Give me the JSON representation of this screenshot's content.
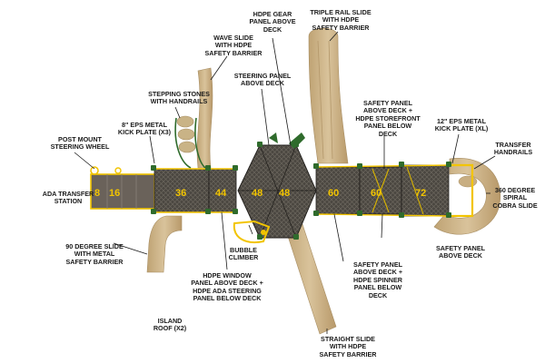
{
  "labels": {
    "hdpe_gear": "HDPE GEAR\nPANEL ABOVE\nDECK",
    "triple_rail": "TRIPLE RAIL SLIDE\nWITH HDPE\nSAFETY BARRIER",
    "wave_slide": "WAVE SLIDE\nWITH HDPE\nSAFETY BARRIER",
    "steering_panel": "STEERING PANEL\nABOVE DECK",
    "stepping_stones": "STEPPING STONES\nWITH HANDRAILS",
    "kick_plate_x3": "8\" EPS METAL\nKICK PLATE (X3)",
    "post_mount": "POST MOUNT\nSTEERING WHEEL",
    "safety_storefront": "SAFETY PANEL\nABOVE DECK +\nHDPE STOREFRONT\nPANEL BELOW DECK",
    "kick_plate_xl": "12\" EPS METAL\nKICK PLATE (XL)",
    "transfer_handrails": "TRANSFER\nHANDRAILS",
    "ada_transfer": "ADA TRANSFER\nSTATION",
    "spiral_cobra": "360 DEGREE\nSPIRAL\nCOBRA SLIDE",
    "bubble_climber": "BUBBLE\nCLIMBER",
    "safety_above": "SAFETY PANEL\nABOVE DECK",
    "degree90": "90 DEGREE SLIDE\nWITH METAL\nSAFETY BARRIER",
    "hdpe_window": "HDPE WINDOW\nPANEL ABOVE DECK +\nHDPE ADA STEERING\nPANEL BELOW DECK",
    "safety_spinner": "SAFETY PANEL\nABOVE DECK +\nHDPE SPINNER\nPANEL BELOW DECK",
    "island_roof": "ISLAND\nROOF (X2)",
    "straight_slide": "STRAIGHT SLIDE\nWITH HDPE\nSAFETY BARRIER"
  },
  "deck_heights": [
    "8",
    "16",
    "36",
    "44",
    "48",
    "48",
    "60",
    "60",
    "72"
  ],
  "colors": {
    "slide_tan": "#cdb48a",
    "deck_dark": "#4a4640",
    "deck_grid": "#6a655c",
    "yellow": "#f2c400",
    "green": "#2f6b2c",
    "leader": "#1a1a1a"
  }
}
